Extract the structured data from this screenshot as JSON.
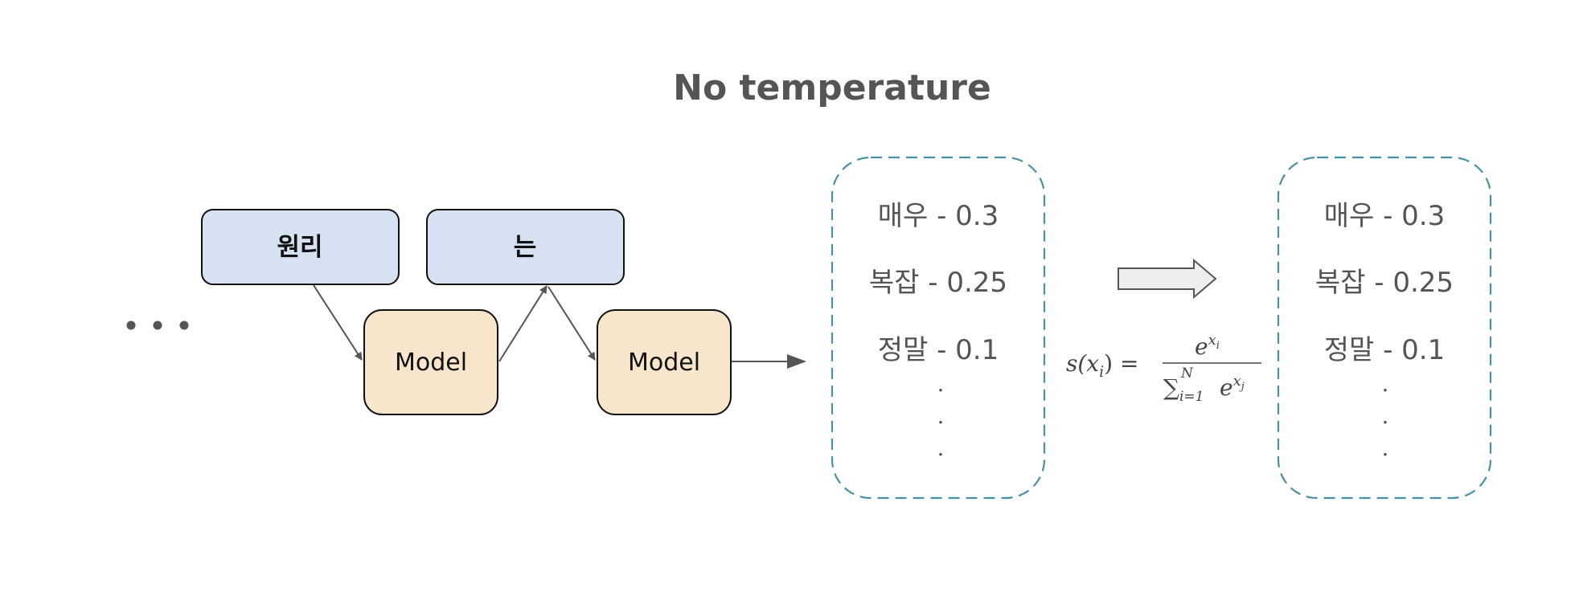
{
  "title": "No temperature",
  "tokens": {
    "first": "원리",
    "second": "는"
  },
  "models": {
    "first": "Model",
    "second": "Model"
  },
  "distributions": {
    "before": [
      {
        "label": "매우 - 0.3"
      },
      {
        "label": "복잡 - 0.25"
      },
      {
        "label": "정말 - 0.1"
      }
    ],
    "after": [
      {
        "label": "매우 - 0.3"
      },
      {
        "label": "복잡 - 0.25"
      },
      {
        "label": "정말 - 0.1"
      }
    ],
    "vertical_dots": [
      ".",
      ".",
      "."
    ]
  },
  "formula": {
    "lhs": "s(x",
    "lhs_sub": "i",
    "lhs_close": ") =",
    "num_base": "e",
    "num_exp": "x",
    "num_exp_sub": "i",
    "den_sum": "∑",
    "den_sub": "i=1",
    "den_sup": "N",
    "den_base": "e",
    "den_exp": "x",
    "den_exp_sub": "j"
  },
  "colors": {
    "token_fill": "#d6e2f1",
    "model_fill": "#f8e6cc",
    "dashed_border": "#4a90a4",
    "arrow": "#555555",
    "block_arrow_fill": "#eeeeee"
  }
}
